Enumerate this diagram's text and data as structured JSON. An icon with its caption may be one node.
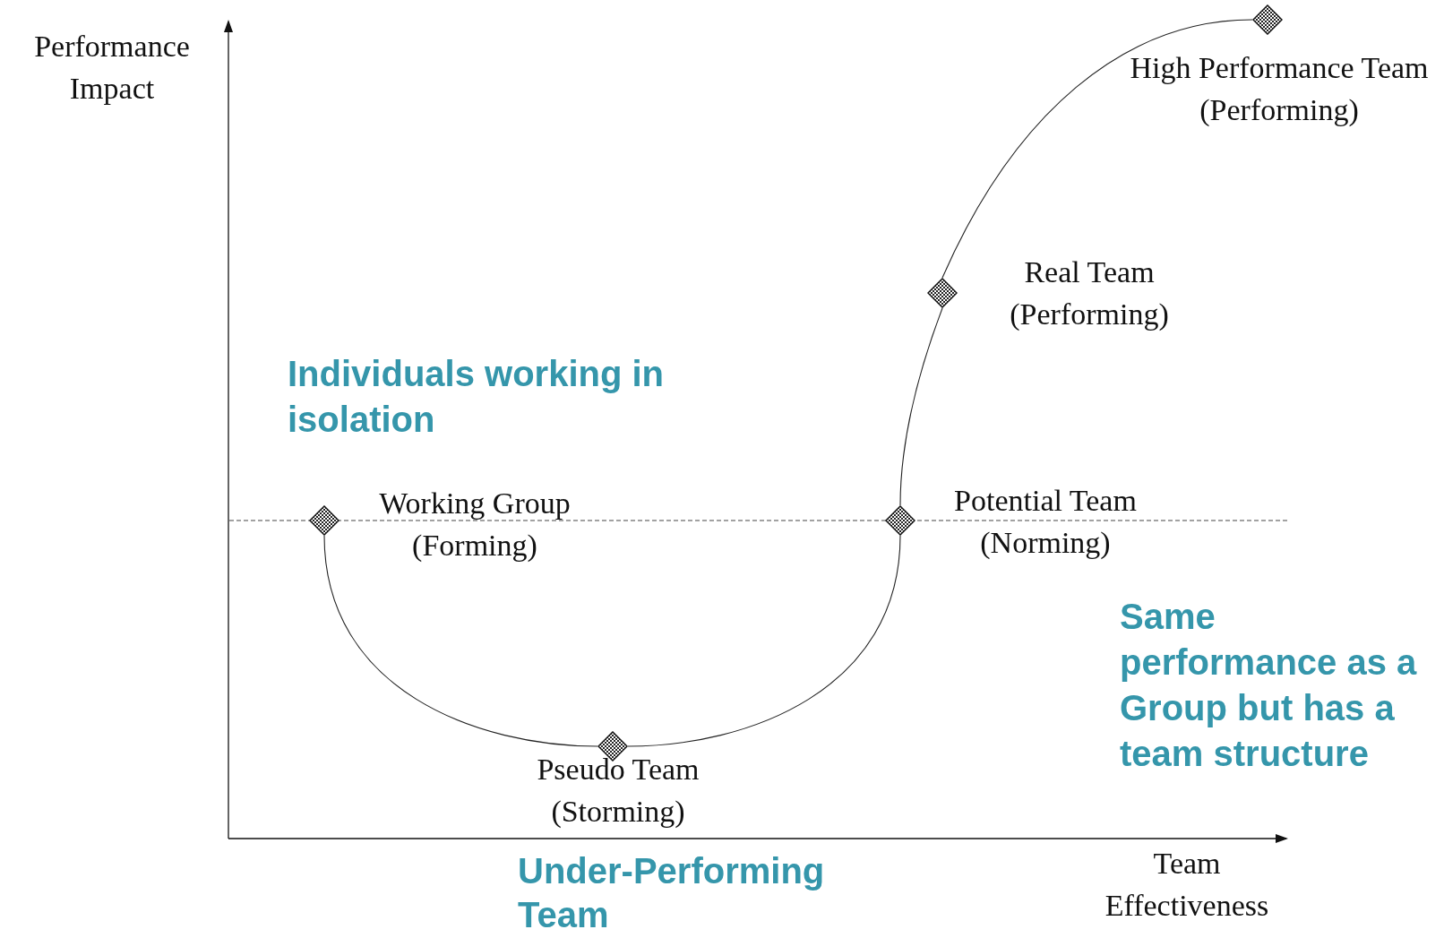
{
  "diagram": {
    "nodes": [
      {
        "text": [],
        "shape": "diamond",
        "beside": [
          "Working Group",
          "(Forming)"
        ]
      },
      {
        "text": [],
        "shape": "diamond",
        "beside": [
          "Pseudo Team",
          "(Storming)"
        ]
      },
      {
        "text": [],
        "shape": "diamond",
        "beside": [
          "Potential Team",
          "(Norming)"
        ]
      },
      {
        "text": [],
        "shape": "diamond",
        "beside": [
          "Real Team",
          "(Performing)"
        ]
      },
      {
        "text": [],
        "shape": "diamond",
        "beside": [
          "High Performance Team",
          "(Performing)"
        ]
      }
    ],
    "edges": [
      {
        "from": 0,
        "to": 1,
        "arrow": "none"
      },
      {
        "from": 1,
        "to": 2,
        "arrow": "none"
      },
      {
        "from": 2,
        "to": 3,
        "arrow": "none"
      },
      {
        "from": 3,
        "to": 4,
        "arrow": "none"
      }
    ],
    "labels": [
      "Performance Impact",
      "Individuals working in isolation",
      "Same performance as a Group but has a team structure",
      "Team Effectiveness",
      "Under-Performing Team"
    ]
  }
}
